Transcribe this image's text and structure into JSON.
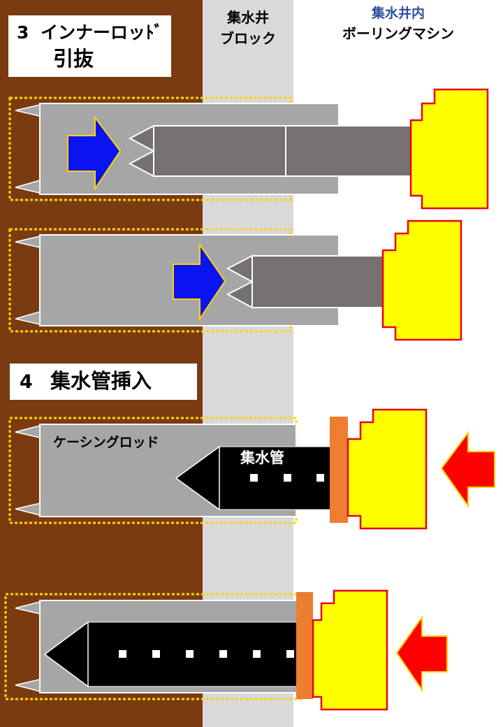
{
  "labels": {
    "block_header": "集水井\nブロック",
    "machine_header_1": "集水井内",
    "machine_header_2": "ボーリングマシン",
    "step3_num": "3",
    "step3_title": "インナーロッﾄﾞ",
    "step3_sub": "引抜",
    "step4_num": "4",
    "step4_title": "集水管挿入",
    "casing_rod": "ケーシングロッド",
    "pipe": "集水管"
  },
  "colors": {
    "ground": "#7b3b10",
    "block": "#d9d9d9",
    "casing": "#a6a6a6",
    "inner_rod": "#767171",
    "pipe": "#000000",
    "machine": "#ffff00",
    "machine_border": "#e8001a",
    "flange": "#ed7d31",
    "blue_arrow": "#0a14f0",
    "red_arrow": "#ff0000",
    "dotted": "#ffd400",
    "header_blue": "#2f4f9f"
  },
  "icons": [
    "right-arrow-icon",
    "left-arrow-icon"
  ]
}
